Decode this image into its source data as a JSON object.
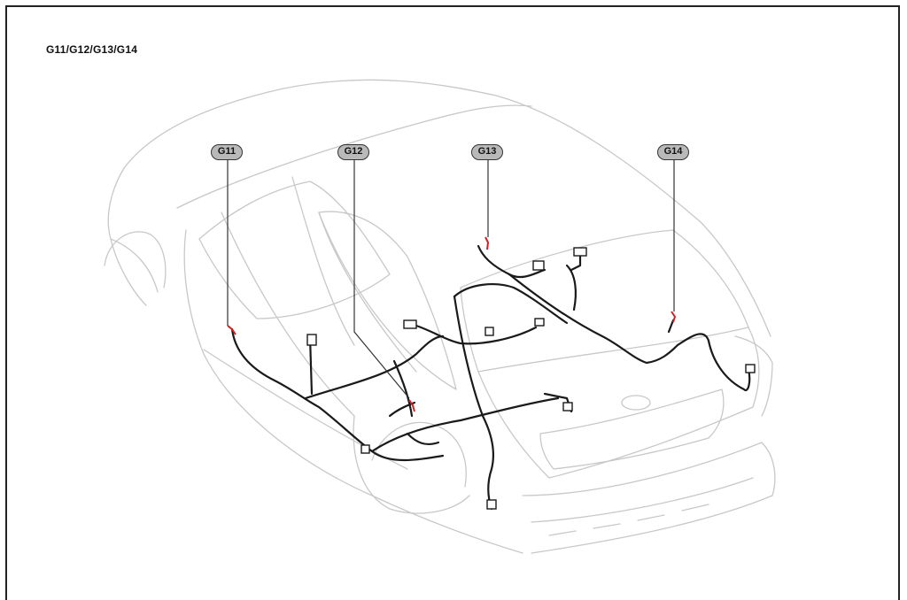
{
  "title": "G11/G12/G13/G14",
  "callouts": [
    {
      "id": "g11",
      "label": "G11"
    },
    {
      "id": "g12",
      "label": "G12"
    },
    {
      "id": "g13",
      "label": "G13"
    },
    {
      "id": "g14",
      "label": "G14"
    }
  ],
  "colors": {
    "frame": "#222222",
    "car_outline": "#c8c8c8",
    "harness": "#1a1a1a",
    "ground_point": "#d22020",
    "callout_fill": "#b9b9b9"
  }
}
